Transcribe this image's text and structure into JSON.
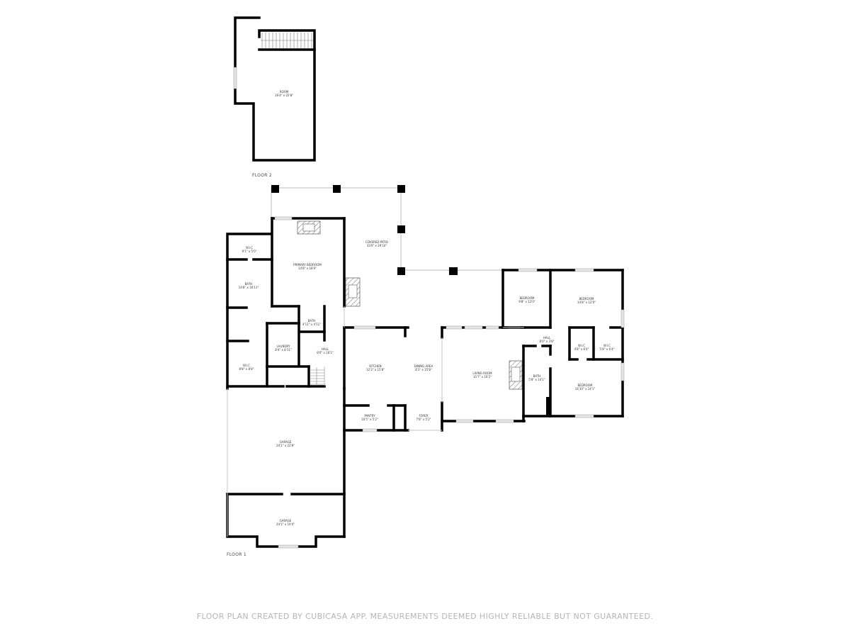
{
  "floors": [
    {
      "name": "FLOOR 2",
      "rooms": [
        {
          "name": "ROOM",
          "size": "16'4\" x 22'8\""
        }
      ]
    },
    {
      "name": "FLOOR 1",
      "rooms": [
        {
          "name": "W.I.C",
          "size": "9'1\" x 5'0\""
        },
        {
          "name": "PRIMARY BEDROOM",
          "size": "14'8\" x 18'0\""
        },
        {
          "name": "BATH",
          "size": "14'8\" x 16'11\""
        },
        {
          "name": "COVERED PATIO",
          "size": "33'0\" x 29'10\""
        },
        {
          "name": "BATH",
          "size": "4'11\" x 4'11\""
        },
        {
          "name": "LAUNDRY",
          "size": "8'4\" x 8'11\""
        },
        {
          "name": "HALL",
          "size": "8'0\" x 16'1\""
        },
        {
          "name": "W.I.C",
          "size": "8'8\" x 8'8\""
        },
        {
          "name": "KITCHEN",
          "size": "12'3\" x 15'8\""
        },
        {
          "name": "DINING AREA",
          "size": "8'1\" x 15'8\""
        },
        {
          "name": "LIVING ROOM",
          "size": "15'7\" x 16'2\""
        },
        {
          "name": "PANTRY",
          "size": "10'5\" x 5'2\""
        },
        {
          "name": "FOYER",
          "size": "7'8\" x 5'2\""
        },
        {
          "name": "BEDROOM",
          "size": "9'8\" x 12'0\""
        },
        {
          "name": "BEDROOM",
          "size": "14'8\" x 12'0\""
        },
        {
          "name": "HALL",
          "size": "8'0\" x 3'8\""
        },
        {
          "name": "W.I.C",
          "size": "4'8\" x 6'4\""
        },
        {
          "name": "W.I.C",
          "size": "5'8\" x 6'4\""
        },
        {
          "name": "BATH",
          "size": "5'8\" x 14'1\""
        },
        {
          "name": "BEDROOM",
          "size": "14'10\" x 14'1\""
        },
        {
          "name": "GARAGE",
          "size": "24'1\" x 22'8\""
        },
        {
          "name": "GARAGE",
          "size": "24'1\" x 10'4\""
        }
      ]
    }
  ],
  "footer": "FLOOR PLAN CREATED BY CUBICASA APP. MEASUREMENTS DEEMED HIGHLY RELIABLE BUT NOT GUARANTEED.",
  "colors": {
    "wall": "#000000",
    "thin_wall": "#bbbbbb",
    "window": "#d9d9d9",
    "footer_text": "#b5b5b5"
  }
}
